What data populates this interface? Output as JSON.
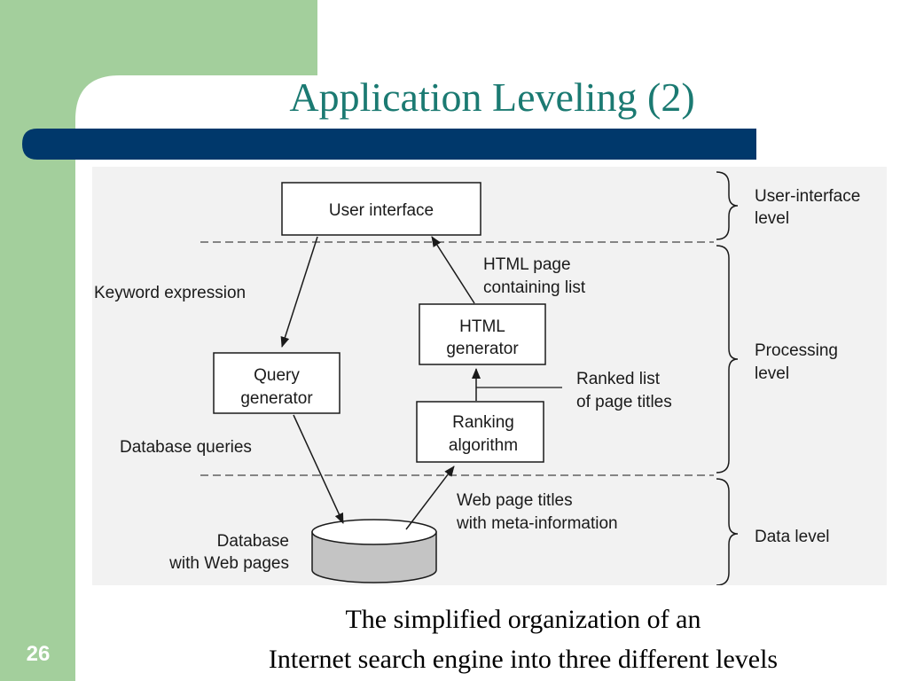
{
  "slide": {
    "title": "Application Leveling (2)",
    "number": "26",
    "caption_line1": "The simplified organization of an",
    "caption_line2": "Internet search engine into three different levels",
    "colors": {
      "sidebar": "#a3cf9c",
      "title_bar": "#00386b",
      "title_text": "#1b7a72",
      "database_fill": "#c4c4c4"
    }
  },
  "diagram": {
    "boxes": {
      "user_interface": "User interface",
      "query_generator_1": "Query",
      "query_generator_2": "generator",
      "html_generator_1": "HTML",
      "html_generator_2": "generator",
      "ranking_1": "Ranking",
      "ranking_2": "algorithm"
    },
    "database": {
      "label_1": "Database",
      "label_2": "with Web pages"
    },
    "edge_labels": {
      "keyword_expression": "Keyword expression",
      "html_page_1": "HTML page",
      "html_page_2": "containing list",
      "ranked_1": "Ranked list",
      "ranked_2": "of page titles",
      "db_queries": "Database queries",
      "web_titles_1": "Web page titles",
      "web_titles_2": "with meta-information"
    },
    "levels": {
      "ui_1": "User-interface",
      "ui_2": "level",
      "processing_1": "Processing",
      "processing_2": "level",
      "data": "Data level"
    }
  }
}
